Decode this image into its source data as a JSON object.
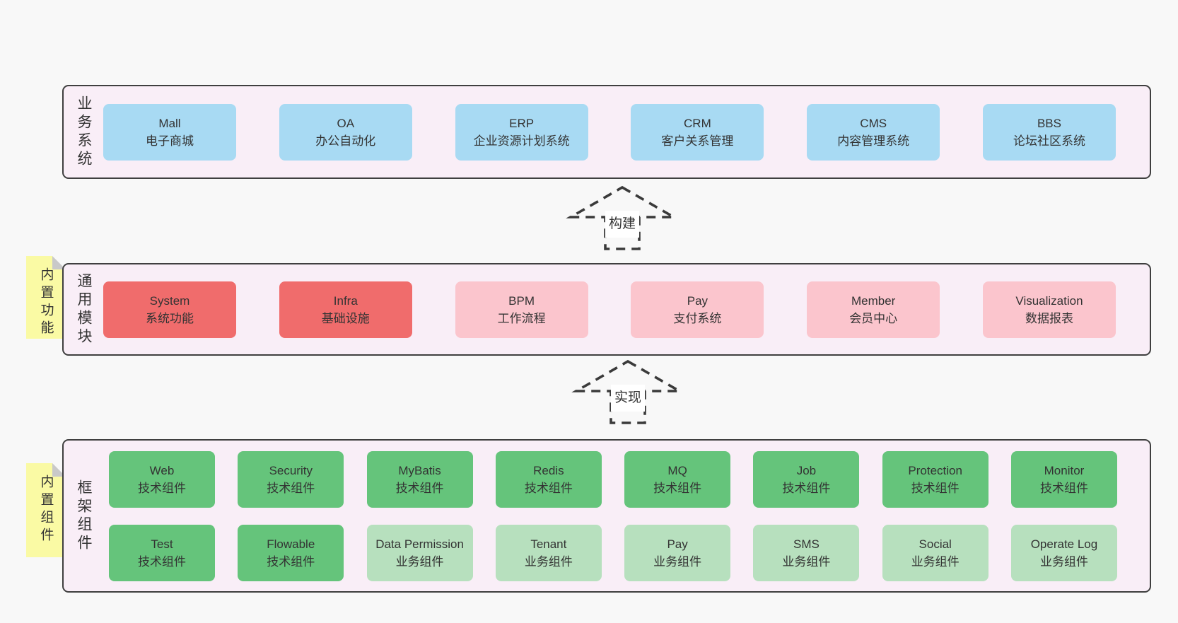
{
  "palette": {
    "canvas_bg": "#f8f8f8",
    "band_bg": "#f9eef7",
    "band_border": "#3f3f3f",
    "blue_box": "#a8daf3",
    "red_box": "#f06c6c",
    "pink_box": "#fbc5cd",
    "green_box": "#65c47b",
    "green_light_box": "#b7e0be",
    "sticky_yellow": "#fafaa4",
    "text": "#333333"
  },
  "layers": {
    "business": {
      "label": "业务系统",
      "boxes": [
        {
          "name": "Mall",
          "sub": "电子商城"
        },
        {
          "name": "OA",
          "sub": "办公自动化"
        },
        {
          "name": "ERP",
          "sub": "企业资源计划系统"
        },
        {
          "name": "CRM",
          "sub": "客户关系管理"
        },
        {
          "name": "CMS",
          "sub": "内容管理系统"
        },
        {
          "name": "BBS",
          "sub": "论坛社区系统"
        }
      ]
    },
    "modules": {
      "label": "通用模块",
      "boxes": [
        {
          "name": "System",
          "sub": "系统功能"
        },
        {
          "name": "Infra",
          "sub": "基础设施"
        },
        {
          "name": "BPM",
          "sub": "工作流程"
        },
        {
          "name": "Pay",
          "sub": "支付系统"
        },
        {
          "name": "Member",
          "sub": "会员中心"
        },
        {
          "name": "Visualization",
          "sub": "数据报表"
        }
      ]
    },
    "components": {
      "label": "框架组件",
      "row1": [
        {
          "name": "Web",
          "sub": "技术组件"
        },
        {
          "name": "Security",
          "sub": "技术组件"
        },
        {
          "name": "MyBatis",
          "sub": "技术组件"
        },
        {
          "name": "Redis",
          "sub": "技术组件"
        },
        {
          "name": "MQ",
          "sub": "技术组件"
        },
        {
          "name": "Job",
          "sub": "技术组件"
        },
        {
          "name": "Protection",
          "sub": "技术组件"
        },
        {
          "name": "Monitor",
          "sub": "技术组件"
        }
      ],
      "row2": [
        {
          "name": "Test",
          "sub": "技术组件"
        },
        {
          "name": "Flowable",
          "sub": "技术组件"
        },
        {
          "name": "Data Permission",
          "sub": "业务组件"
        },
        {
          "name": "Tenant",
          "sub": "业务组件"
        },
        {
          "name": "Pay",
          "sub": "业务组件"
        },
        {
          "name": "SMS",
          "sub": "业务组件"
        },
        {
          "name": "Social",
          "sub": "业务组件"
        },
        {
          "name": "Operate Log",
          "sub": "业务组件"
        }
      ]
    }
  },
  "stickies": [
    {
      "text": "内置功能"
    },
    {
      "text": "内置组件"
    }
  ],
  "arrows": [
    {
      "label": "构建"
    },
    {
      "label": "实现"
    }
  ]
}
